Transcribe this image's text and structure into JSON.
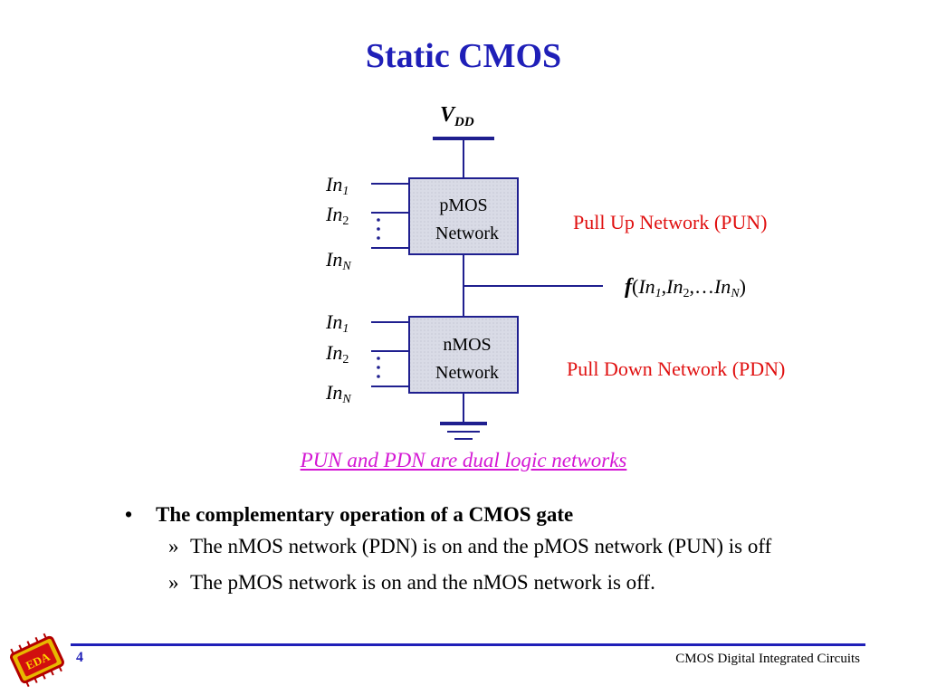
{
  "slide": {
    "title": "Static CMOS",
    "page_number": "4",
    "footer": "CMOS Digital Integrated Circuits"
  },
  "diagram": {
    "vdd": {
      "main": "V",
      "sub": "DD"
    },
    "pmos_block": {
      "line1": "pMOS",
      "line2": "Network"
    },
    "nmos_block": {
      "line1": "nMOS",
      "line2": "Network"
    },
    "pmos_inputs": [
      {
        "main": "In",
        "sub": "1"
      },
      {
        "main": "In",
        "sub": "2"
      },
      {
        "main": "In",
        "sub": "N"
      }
    ],
    "nmos_inputs": [
      {
        "main": "In",
        "sub": "1"
      },
      {
        "main": "In",
        "sub": "2"
      },
      {
        "main": "In",
        "sub": "N"
      }
    ],
    "pun_label": "Pull Up Network (PUN)",
    "pdn_label": "Pull Down Network (PDN)",
    "output": {
      "f": "f",
      "open": "(",
      "in1": "In",
      "sub1": "1",
      "comma1": ",",
      "in2": "In",
      "sub2": "2",
      "mid": ",…",
      "inN": "In",
      "subN": "N",
      "close": ")"
    },
    "colors": {
      "wire": "#1f1f8f",
      "block_fill": "#d9dbe6",
      "pun_pdn_text": "#e01010"
    }
  },
  "note": "PUN and PDN are dual logic networks",
  "bullets": {
    "main": "The complementary operation of a CMOS gate",
    "subs": [
      "The nMOS network (PDN) is on and the pMOS network (PUN) is off",
      "The pMOS network is on and the nMOS network is off."
    ]
  },
  "logo_text": "EDA"
}
